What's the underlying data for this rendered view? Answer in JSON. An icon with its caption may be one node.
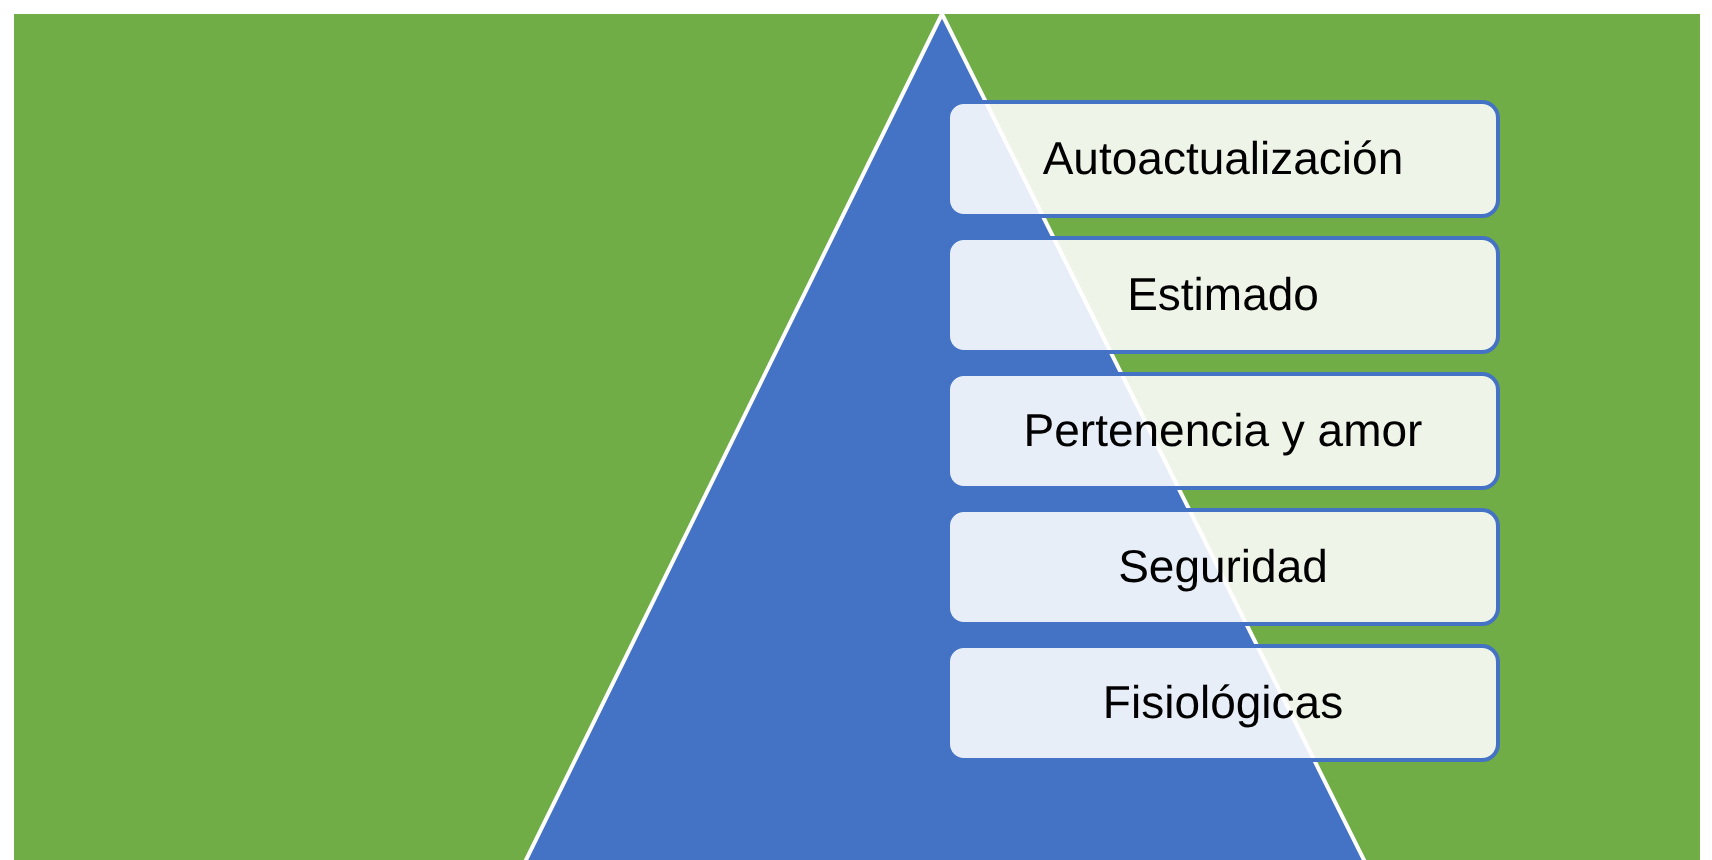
{
  "diagram": {
    "nodes": [
      {
        "text": [
          "Autoactualización"
        ]
      },
      {
        "text": [
          "Estimado"
        ]
      },
      {
        "text": [
          "Pertenencia y amor"
        ]
      },
      {
        "text": [
          "Seguridad"
        ]
      },
      {
        "text": [
          "Fisiológicas"
        ]
      }
    ]
  }
}
